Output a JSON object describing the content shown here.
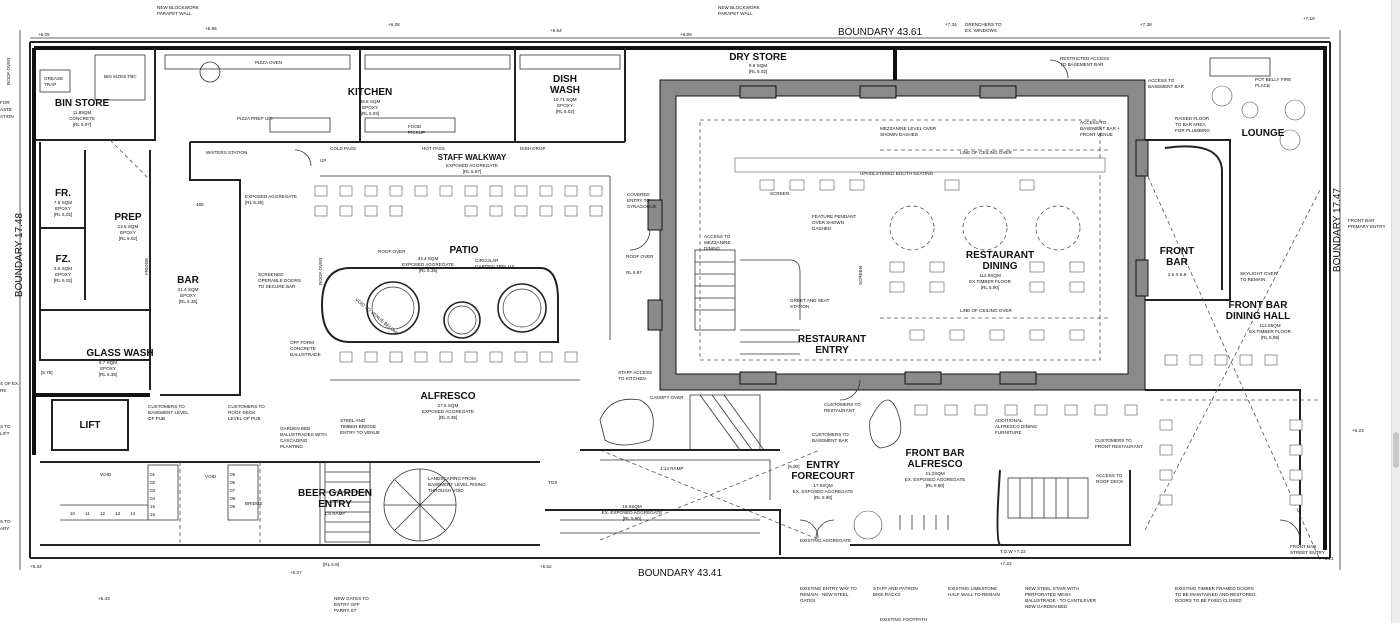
{
  "boundaries": {
    "top": "BOUNDARY 43.61",
    "bottom": "BOUNDARY 43.41",
    "left": "BOUNDARY 17.48",
    "right": "BOUNDARY 17.47"
  },
  "rooms": {
    "bin_store": {
      "name": "BIN STORE",
      "s1": "11.85QM",
      "s2": "CONCRETE",
      "s3": "[RL 5.97]"
    },
    "kitchen": {
      "name": "KITCHEN",
      "s1": "36.8 SQM",
      "s2": "EPOXY",
      "s3": "[RL 6.03]"
    },
    "dish_wash": {
      "name": "DISH",
      "name2": "WASH",
      "s1": "10.71 SQM",
      "s2": "EPOXY",
      "s3": "[RL 6.02]"
    },
    "dry_store": {
      "name": "DRY STORE",
      "s1": "9.6 SQM",
      "s2": "[RL 6.02]"
    },
    "fridge": {
      "name": "FR.",
      "s1": "7.5 SQM",
      "s2": "EPOXY",
      "s3": "[RL 6.02]"
    },
    "freezer": {
      "name": "FZ.",
      "s1": "3.6 SQM",
      "s2": "EPOXY",
      "s3": "[RL 6.02]"
    },
    "prep": {
      "name": "PREP",
      "s1": "12.5 SQM",
      "s2": "EPOXY",
      "s3": "[RL 6.02]"
    },
    "bar": {
      "name": "BAR",
      "s1": "21.4 SQM",
      "s2": "EPOXY",
      "s3": "[RL 6.35]"
    },
    "patio": {
      "name": "PATIO",
      "s1": "34.4 SQM",
      "s2": "EXPOSED AGGREGATE",
      "s3": "[RL 6.35]"
    },
    "staff_walkway": {
      "name": "STAFF WALKWAY",
      "s1": "EXPOSED AGGREGATE",
      "s2": "[RL 5.97]"
    },
    "glass_wash": {
      "name": "GLASS WASH",
      "s1": "9.7 SQM",
      "s2": "EPOXY",
      "s3": "[RL 6.35]"
    },
    "lift": {
      "name": "LIFT"
    },
    "alfresco": {
      "name": "ALFRESCO",
      "s1": "27.5 SQM",
      "s2": "EXPOSED AGGREGATE",
      "s3": "[RL 6.35]"
    },
    "restaurant_dining": {
      "name": "RESTAURANT",
      "name2": "DINING",
      "s1": "112.8SQM",
      "s2": "EX.TIMBER FLOOR",
      "s3": "[RL 5.90]"
    },
    "restaurant_entry": {
      "name": "RESTAURANT",
      "name2": "ENTRY"
    },
    "lounge": {
      "name": "LOUNGE"
    },
    "front_bar": {
      "name": "FRONT",
      "name2": "BAR",
      "s1": "3.5 X 5.8"
    },
    "front_bar_dining": {
      "name": "FRONT BAR",
      "name2": "DINING HALL",
      "s1": "112.85QM",
      "s2": "EX.TIMBER FLOOR",
      "s3": "[RL 5.89]"
    },
    "entry_forecourt": {
      "name": "ENTRY",
      "name2": "FORECOURT",
      "s1": "17.9SQM",
      "s2": "EX. EXPOSED AGGREGATE",
      "s3": "[RL 5.90]"
    },
    "front_bar_alfresco": {
      "name": "FRONT BAR",
      "name2": "ALFRESCO",
      "s1": "41.2SQM",
      "s2": "EX. EXPOSED AGGREGATE",
      "s3": "[RL 5.90]"
    },
    "beer_garden_entry": {
      "name": "BEER GARDEN",
      "name2": "ENTRY",
      "s1": "1:8 RAMP"
    },
    "lower_area": {
      "s1": "18.6SQM",
      "s2": "EX. EXPOSED AGGREGATE",
      "s3": "[RL 5.90]"
    }
  },
  "notes": {
    "new_parapet_1": "NEW BLOCKWORK",
    "new_parapet_2": "PARAPET WALL",
    "new_parapet_3": "NEW BLOCKWORK",
    "new_parapet_4": "PARAPET WALL",
    "drenchers": "DRENCHERS TO",
    "drenchers2": "EX. WINDOWS",
    "restricted": "RESTRICTED ACCESS",
    "restricted2": "TO BASEMENT BAR",
    "access_basement": "ACCESS TO",
    "access_basement2": "BASEMENT BAR",
    "pot_belly": "POT BELLY FIRE",
    "pot_belly2": "PLACE",
    "mezzanine": "MEZZANINE LEVEL OVER",
    "mezzanine2": "SHOWN DASHED",
    "ceiling": "LINE OF CEILING OVER",
    "ceiling2": "LINE OF CEILING OVER",
    "upholstered": "UPHOLSTERED BOOTH SEATING",
    "feature_pendant": "FEATURE PENDANT",
    "feature_pendant2": "OVER SHOWN",
    "feature_pendant3": "DASHED",
    "raised_floor": "RAISED FLOOR",
    "raised_floor2": "TO BAR AREA",
    "raised_floor3": "FOR PLUMBING",
    "access_front": "ACCESS TO",
    "access_front2": "BASEMENT BAR +",
    "access_front3": "FRONT VENUE",
    "front_bar_primary": "FRONT BAR",
    "front_bar_primary2": "PRIMARY ENTRY",
    "skylight": "SKYLIGHT OVER",
    "skylight2": "TO REMAIN",
    "covered_entry": "COVERED",
    "covered_entry2": "ENTRY TO",
    "covered_entry3": "SYNAGOGUE",
    "access_mezz": "ACCESS TO",
    "access_mezz2": "MEZZANINE",
    "access_mezz3": "DINING",
    "greet": "GREET AND SEAT",
    "greet2": "STATION",
    "exposed_agg": "EXPOSED AGGREGATE",
    "exposed_agg2": "[RL 6.35]",
    "screened": "SCREENED",
    "screened2": "OPERABLE DOORS",
    "screened3": "TO SECURE BAR",
    "waiters": "WAITERS STATION",
    "roof_over_1": "ROOF OVER",
    "roof_over_2": "ROOF OVER",
    "roof_over_3": "ROOF OVER",
    "roof_over_4": "ROOF OVER",
    "off_form": "OFF FORM",
    "off_form2": "CONCRETE",
    "off_form3": "BALUSTRADE",
    "circular": "CIRCULAR",
    "circular2": "GARDEN TRELLIS",
    "void_venue": "VOID TO VENUE BELOW",
    "staff_access": "STAFF ACCESS",
    "staff_access2": "TO KITCHEN",
    "cust_basement": "CUSTOMERS TO",
    "cust_basement2": "BASEMENT LEVEL",
    "cust_basement3": "OF PUB",
    "cust_roof": "CUSTOMERS TO",
    "cust_roof2": "ROOF DECK",
    "cust_roof3": "LEVEL OF PUB",
    "garden_bed": "GARDEN BED",
    "garden_bed2": "BALUSTRADES WITH",
    "garden_bed3": "CASCADING",
    "garden_bed4": "PLANTING",
    "steel_bridge": "STEEL AND",
    "steel_bridge2": "TIMBER BRIDGE",
    "steel_bridge3": "ENTRY TO VENUE",
    "landscaping": "LANDSCAPING FROM",
    "landscaping2": "BASEMENT LEVEL RISING",
    "landscaping3": "THROUGH VOID",
    "ramp": "1:14 RAMP",
    "canopy": "CANOPY OVER",
    "cust_restaurant": "CUSTOMERS TO",
    "cust_restaurant2": "RESTAURANT",
    "cust_basement_bar": "CUSTOMERS TO",
    "cust_basement_bar2": "BASEMENT BAR",
    "additional": "ADDITIONAL",
    "additional2": "ALFRESCO DINING",
    "additional3": "FURNITURE",
    "cust_front": "CUSTOMERS TO",
    "cust_front2": "FRONT RESTAURANT",
    "access_roof": "ACCESS TO",
    "access_roof2": "ROOF DECK",
    "existing_aggregate": "EXISTING AGGREGATE",
    "existing_entry": "EXISTING ENTRY WAY TO",
    "existing_entry2": "REMAIN - NEW STEEL",
    "existing_entry3": "GATES",
    "staff_patron": "STAFF AND PATRON",
    "staff_patron2": "BIKE RACKS",
    "existing_limestone": "EXISTING LIMESTONE",
    "existing_limestone2": "HALF WALL TO REMAIN",
    "new_steel_stair": "NEW STEEL STAIR WITH",
    "new_steel_stair2": "PERFORATED MESH",
    "new_steel_stair3": "BALUSTRADE - TO CANTILEVER",
    "new_steel_stair4": "NEW GARDEN BED",
    "existing_timber": "EXISTING TIMBER FRAMED DOORS",
    "existing_timber2": "TO BE MAINTAINED AND RESTORED.",
    "existing_timber3": "DOORS TO BE FIXED CLOSED",
    "front_bar_street": "FRONT BAR",
    "front_bar_street2": "STREET ENTRY",
    "new_gates": "NEW GATES TO",
    "new_gates2": "ENTRY OFF",
    "new_gates3": "PARRY ST",
    "existing_footpath": "EXISTING FOOTPATH",
    "tow": "T.O.W +7.22",
    "cold_pass": "COLD PASS",
    "hot_pass": "HOT PASS",
    "dish_drop": "DISH DROP",
    "food_pickup": "FOOD",
    "food_pickup2": "PICKUP",
    "grease_trap": "GREASE",
    "grease_trap2": "TRAP",
    "bin_sizes": "BIN SIZES TBC",
    "pizza_oven": "PIZZA OVEN",
    "pizza_prep": "PIZZA PREP U/C",
    "void": "VOID",
    "void2": "VOID",
    "bridge": "BRIDGE",
    "stair_up": "UP",
    "rl_5_78": "[5.78]",
    "rl_5_90": "[5.90]",
    "rl_5_97": "RL 5.97",
    "rl_5_9_bottom": "[RL 5.9]",
    "screen": "SCREEN",
    "screen2": "SCREEN",
    "tgs": "TGS",
    "fridge_u": "FRIDGE",
    "dim_465": "465",
    "left_1": "FOR",
    "left_2": "ASTE",
    "left_3": "ATION",
    "left_4": "S OF EX.",
    "left_5": "RE",
    "left_6": "S TO",
    "left_7": "LIFT",
    "left_8": "S TO",
    "left_9": "ARY",
    "level_top_1": "+6.05",
    "level_top_2": "+5.95",
    "level_top_3": "+6.28",
    "level_top_4": "+6.54",
    "level_top_5": "+6.89",
    "level_top_6": "+7.34",
    "level_top_7": "+7.38",
    "level_top_8": "+7.19",
    "level_bot_1": "+5.34",
    "level_bot_2": "+5.43",
    "level_bot_3": "+6.27",
    "level_bot_4": "+5.62",
    "level_bot_5": "+7.22",
    "level_bot_6": "+6.21",
    "level_bot_7": "+6.23"
  },
  "stair_numbers": [
    "01",
    "02",
    "03",
    "04",
    "05",
    "06",
    "07",
    "08",
    "09",
    "10",
    "11",
    "12",
    "13",
    "14",
    "15",
    "16"
  ]
}
